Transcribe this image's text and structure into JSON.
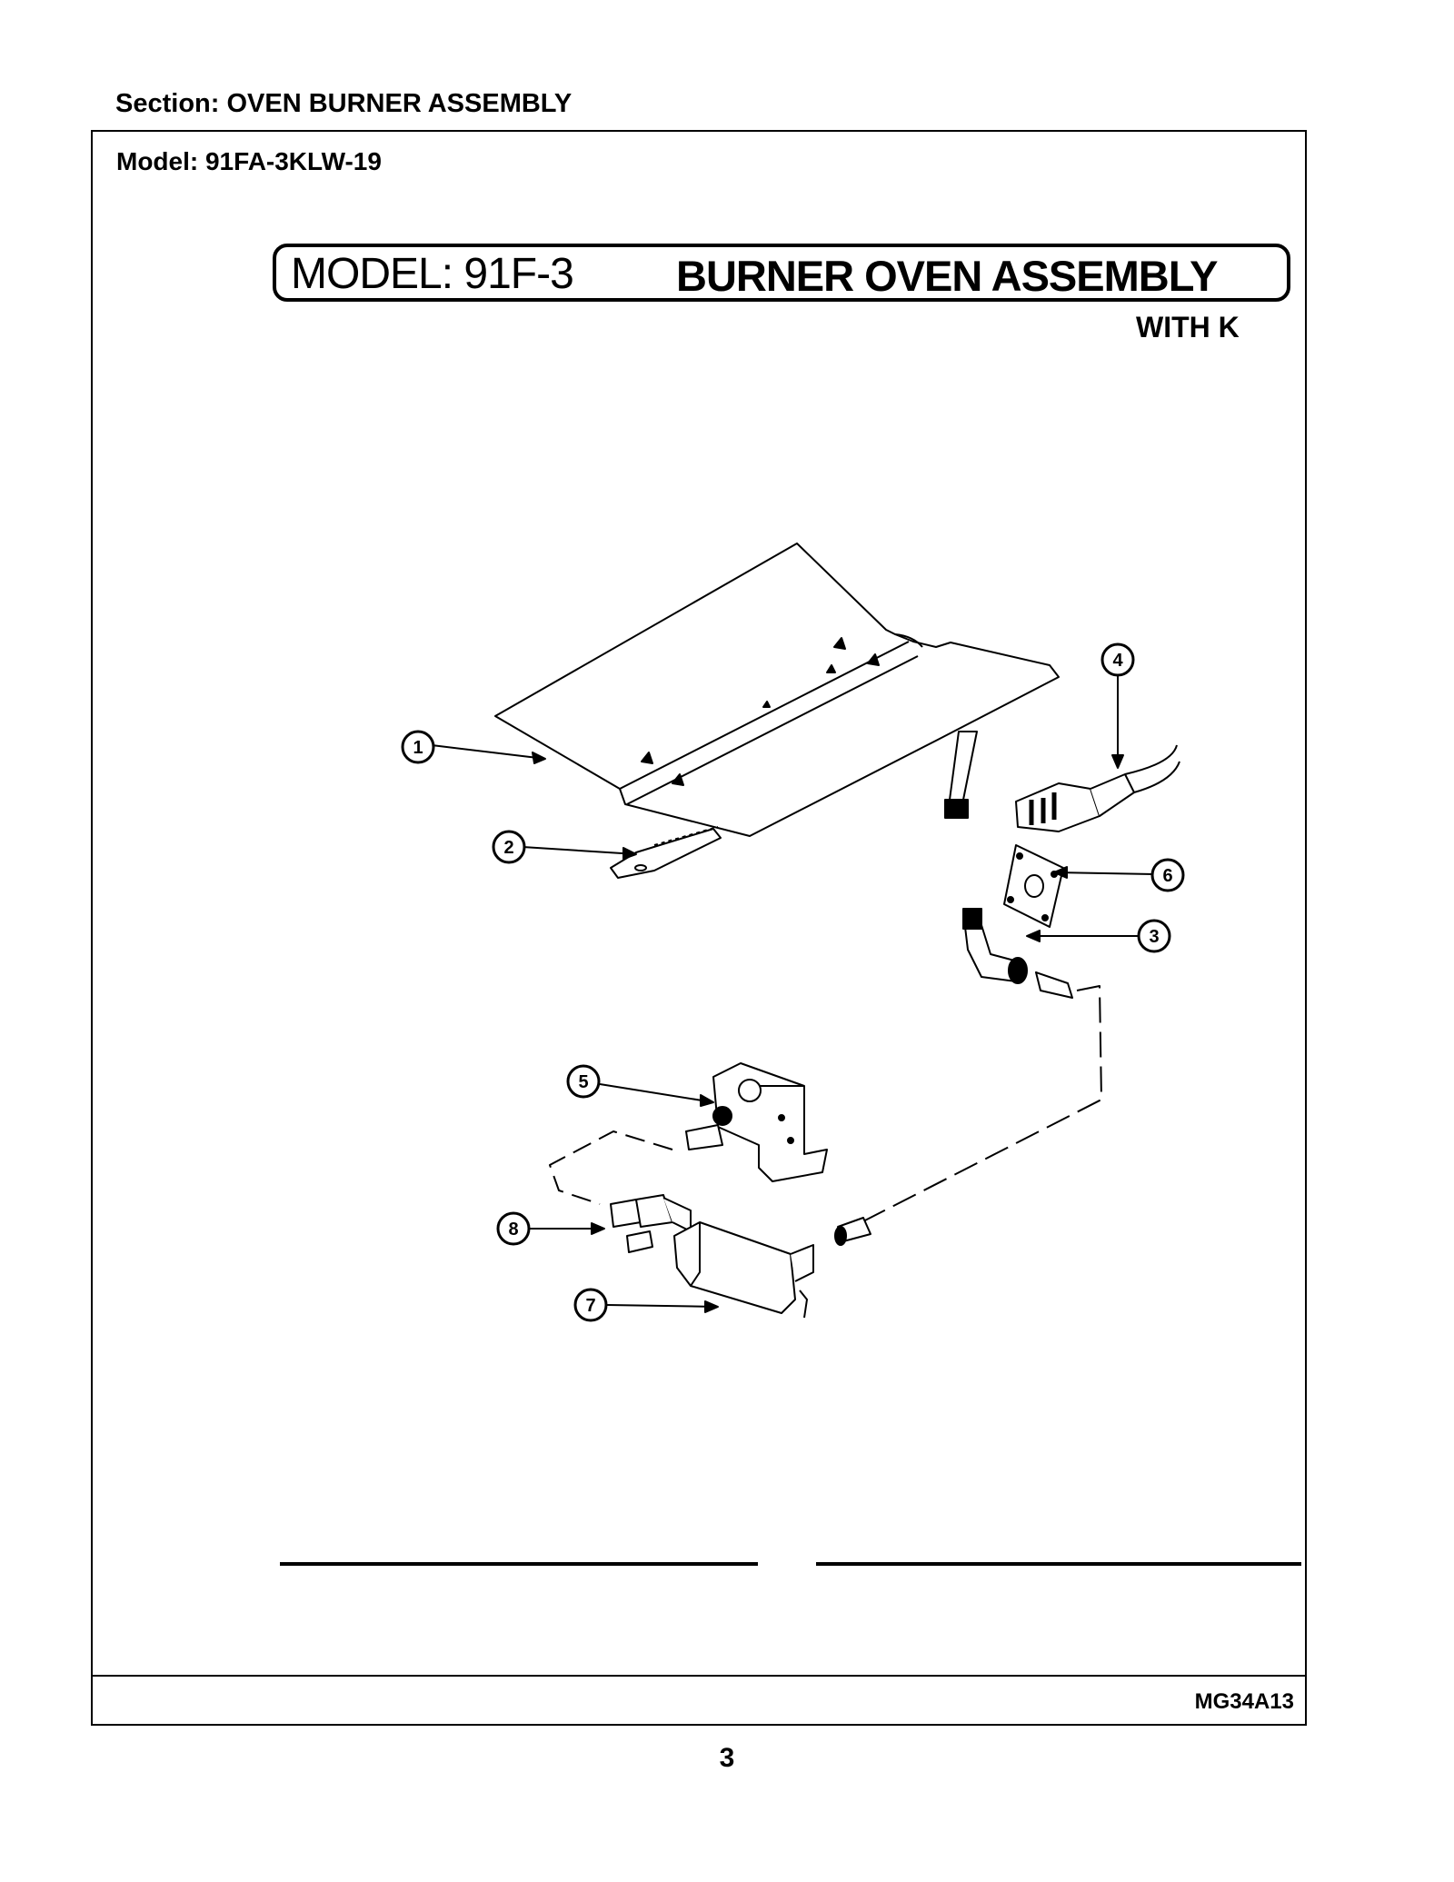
{
  "section": "Section:  OVEN BURNER ASSEMBLY",
  "model": "Model:  91FA-3KLW-19",
  "banner": {
    "model_text": "MODEL: 91F-3",
    "title_text": "BURNER OVEN ASSEMBLY",
    "subtitle": "WITH K"
  },
  "callouts": [
    "1",
    "2",
    "3",
    "4",
    "5",
    "6",
    "7",
    "8"
  ],
  "footer_code": "MG34A13",
  "page_number": "3"
}
